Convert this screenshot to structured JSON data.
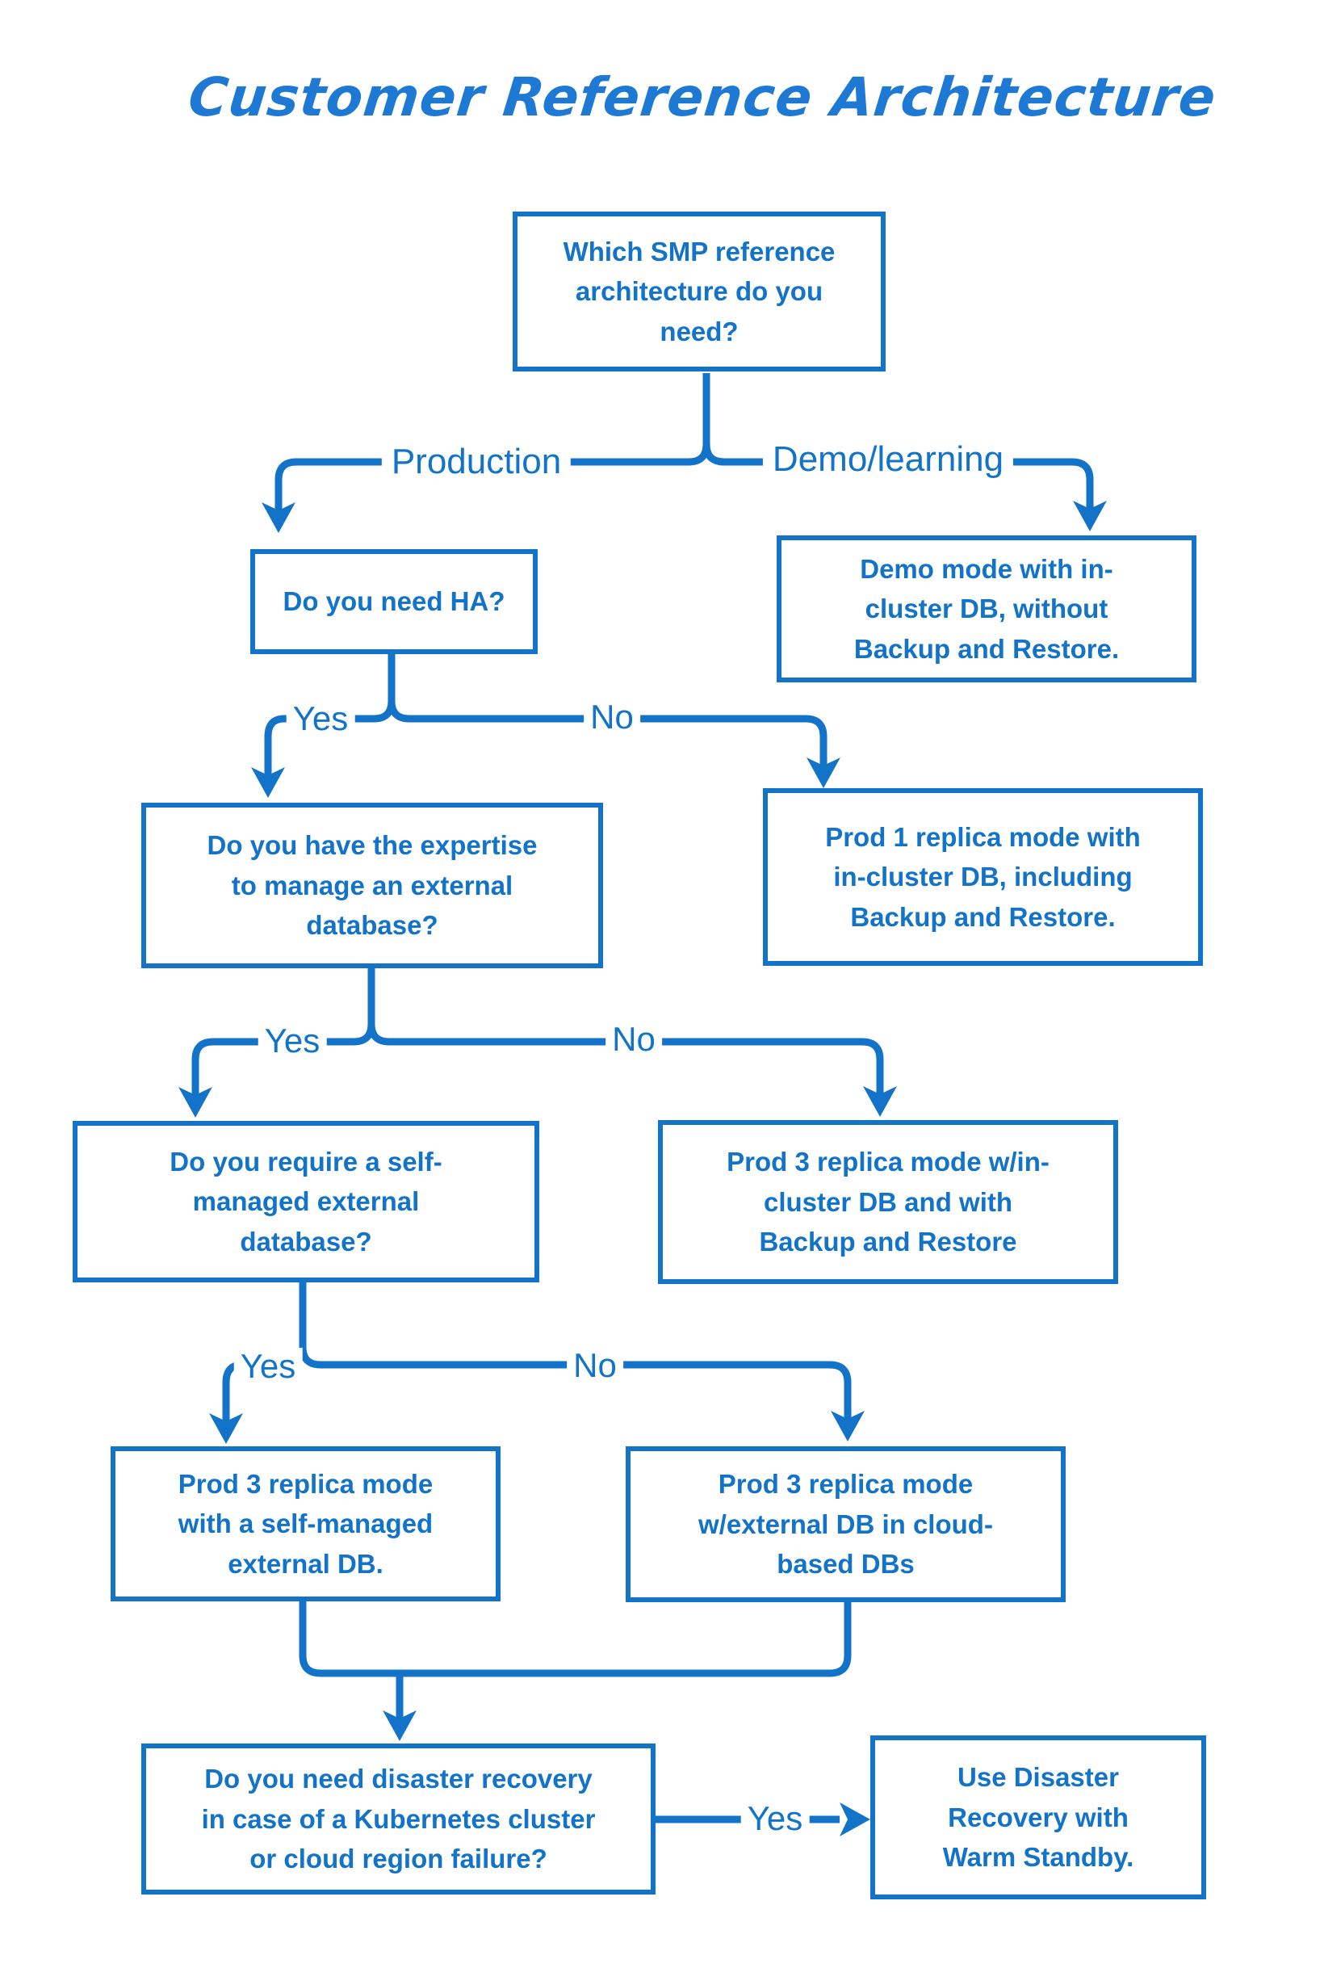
{
  "title": "Customer Reference Architecture",
  "colors": {
    "accent": "#1273c8",
    "title": "#1d79d4",
    "background": "#ffffff"
  },
  "nodes": {
    "root": {
      "text": "Which SMP reference\narchitecture do you\nneed?"
    },
    "ha": {
      "text": "Do you need HA?"
    },
    "demo": {
      "text": "Demo mode with in-\ncluster DB, without\nBackup and Restore."
    },
    "prod1": {
      "text": "Prod 1 replica mode with\nin-cluster DB, including\nBackup and Restore."
    },
    "expertise": {
      "text": "Do you have the expertise\nto manage an external\ndatabase?"
    },
    "selfmanaged": {
      "text": "Do you require a self-\nmanaged external\ndatabase?"
    },
    "prod3_incluster": {
      "text": "Prod 3 replica mode w/in-\ncluster DB and with\nBackup and Restore"
    },
    "prod3_selfmanaged": {
      "text": "Prod 3 replica mode\nwith a self-managed\nexternal DB."
    },
    "prod3_cloud": {
      "text": "Prod 3 replica mode\nw/external DB in cloud-\nbased DBs"
    },
    "dr": {
      "text": "Do you need disaster recovery\nin case of a Kubernetes cluster\nor cloud region failure?"
    },
    "warm_standby": {
      "text": "Use Disaster\nRecovery with\nWarm Standby."
    }
  },
  "edges": [
    {
      "from": "root",
      "to": "ha",
      "label": "Production"
    },
    {
      "from": "root",
      "to": "demo",
      "label": "Demo/learning"
    },
    {
      "from": "ha",
      "to": "expertise",
      "label": "Yes"
    },
    {
      "from": "ha",
      "to": "prod1",
      "label": "No"
    },
    {
      "from": "expertise",
      "to": "selfmanaged",
      "label": "Yes"
    },
    {
      "from": "expertise",
      "to": "prod3_incluster",
      "label": "No"
    },
    {
      "from": "selfmanaged",
      "to": "prod3_selfmanaged",
      "label": "Yes"
    },
    {
      "from": "selfmanaged",
      "to": "prod3_cloud",
      "label": "No"
    },
    {
      "from": "prod3_selfmanaged",
      "to": "dr",
      "label": ""
    },
    {
      "from": "prod3_cloud",
      "to": "dr",
      "label": ""
    },
    {
      "from": "dr",
      "to": "warm_standby",
      "label": "Yes"
    }
  ]
}
